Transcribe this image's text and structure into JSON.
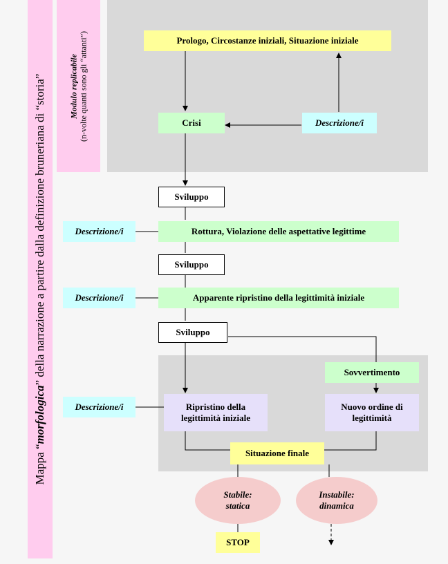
{
  "side_title": {
    "prefix": "Mappa “",
    "emphasis": "morfologica",
    "suffix": "” della narrazione a partire dalla definizione bruneriana di “storia”"
  },
  "module_label": {
    "title": "Modulo replicabile",
    "subtitle": "(n-volte quanti sono gli “attanti”)"
  },
  "nodes": {
    "prologo": "Prologo, Circostanze iniziali, Situazione iniziale",
    "crisi": "Crisi",
    "descrizione_top": "Descrizione/i",
    "sviluppo_1": "Sviluppo",
    "descrizione_1": "Descrizione/i",
    "rottura": "Rottura, Violazione delle aspettative legittime",
    "sviluppo_2": "Sviluppo",
    "descrizione_2": "Descrizione/i",
    "apparente": "Apparente ripristino della legittimità iniziale",
    "sviluppo_3": "Sviluppo",
    "sovvertimento": "Sovvertimento",
    "descrizione_3": "Descrizione/i",
    "ripristino": "Ripristino della legittimità iniziale",
    "nuovo_ordine": "Nuovo ordine di legittimità",
    "situazione_finale": "Situazione finale",
    "stabile": "Stabile: statica",
    "instabile": "Instabile: dinamica",
    "stop": "STOP"
  }
}
